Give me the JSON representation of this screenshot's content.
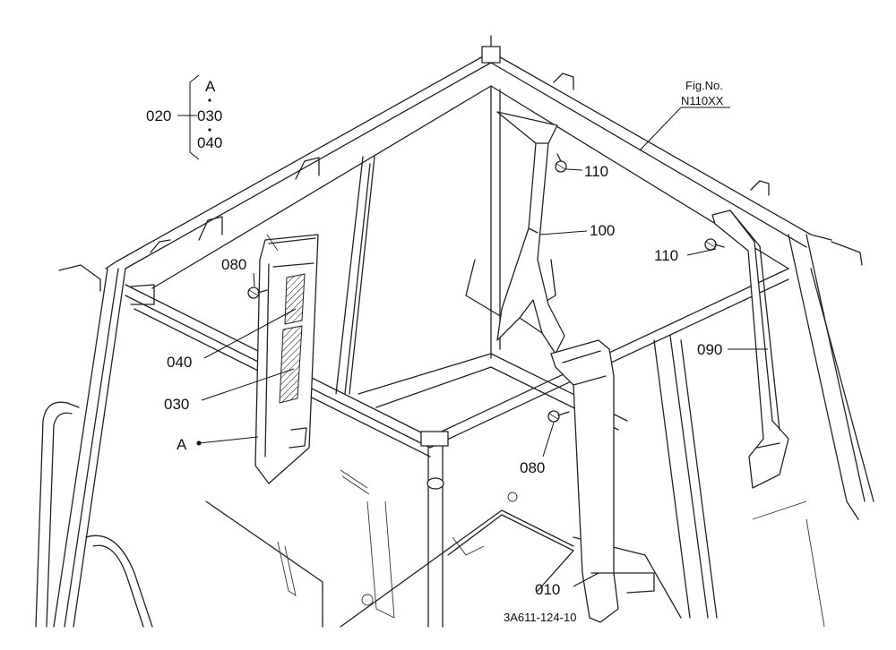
{
  "figure": {
    "fig_label": "Fig.No.",
    "fig_number": "N110XX",
    "drawing_code": "3A611-124-10"
  },
  "group_legend": {
    "parent": "020",
    "members": [
      "A",
      "030",
      "040"
    ]
  },
  "callouts": {
    "p010": "010",
    "p030": "030",
    "p040": "040",
    "p080_left": "080",
    "p080_right": "080",
    "p090": "090",
    "p100": "100",
    "p110_top": "110",
    "p110_right": "110",
    "ref_a": "A"
  }
}
